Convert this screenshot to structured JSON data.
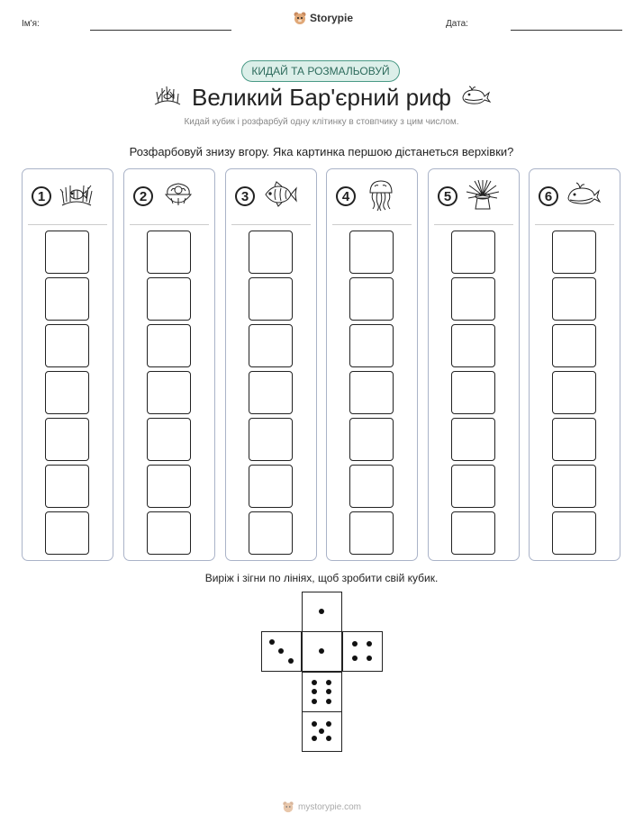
{
  "header": {
    "name_label": "Ім'я:",
    "date_label": "Дата:",
    "brand": "Storypie"
  },
  "badge": "КИДАЙ ТА РОЗМАЛЬОВУЙ",
  "title": "Великий Бар'єрний риф",
  "subtitle": "Кидай кубик і розфарбуй одну клітинку в стовпчику з цим числом.",
  "instruction": "Розфарбовуй знизу вгору. Яка картинка першою дістанеться верхівки?",
  "columns": [
    {
      "number": "1",
      "icon": "clownfish-anemone-icon",
      "cells": 7
    },
    {
      "number": "2",
      "icon": "clam-icon",
      "cells": 7
    },
    {
      "number": "3",
      "icon": "fish-icon",
      "cells": 7
    },
    {
      "number": "4",
      "icon": "jellyfish-icon",
      "cells": 7
    },
    {
      "number": "5",
      "icon": "sea-anemone-icon",
      "cells": 7
    },
    {
      "number": "6",
      "icon": "whale-icon",
      "cells": 7
    }
  ],
  "cut_instruction": "Виріж і зігни по лініях, щоб зробити свій кубик.",
  "die_faces": [
    1,
    3,
    1,
    4,
    6,
    5
  ],
  "footer": "mystorypie.com",
  "colors": {
    "accent": "#4a9a86",
    "badge_bg": "#dcefe9",
    "column_border": "#aab3c8"
  }
}
